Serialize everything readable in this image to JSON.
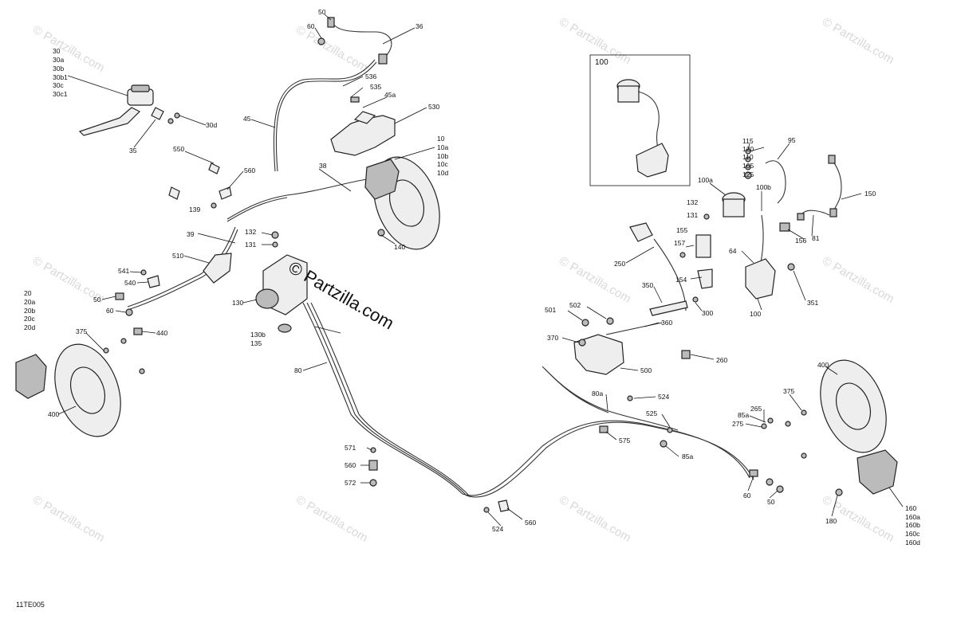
{
  "diagram_code": "11TE005",
  "watermark": "© Partzilla.com",
  "watermark_main": "© Partzilla.com",
  "labels": {
    "l30": "30",
    "l30a": "30a",
    "l30b": "30b",
    "l30b1": "30b1",
    "l30c": "30c",
    "l30c1": "30c1",
    "l30d": "30d",
    "l35": "35",
    "l50a": "50",
    "l60a": "60",
    "l36": "36",
    "l536": "536",
    "l535": "535",
    "l45a": "45a",
    "l45": "45",
    "l530": "530",
    "l10": "10",
    "l10a": "10a",
    "l10b": "10b",
    "l10c": "10c",
    "l10d": "10d",
    "l550": "550",
    "l560a": "560",
    "l38": "38",
    "l139": "139",
    "l39": "39",
    "l132a": "132",
    "l131a": "131",
    "l140": "140",
    "l510": "510",
    "l541": "541",
    "l540": "540",
    "l50b": "50",
    "l60b": "60",
    "l130": "130",
    "l20": "20",
    "l20a": "20a",
    "l20b": "20b",
    "l20c": "20c",
    "l20d": "20d",
    "l375a": "375",
    "l440": "440",
    "l130b": "130b",
    "l135": "135",
    "l80": "80",
    "l400a": "400",
    "l100box": "100",
    "l115": "115",
    "l120": "120",
    "l110": "110",
    "l105": "105",
    "l125": "125",
    "l95": "95",
    "l100a": "100a",
    "l100b": "100b",
    "l150": "150",
    "l132b": "132",
    "l131b": "131",
    "l155": "155",
    "l157": "157",
    "l64": "64",
    "l156": "156",
    "l81": "81",
    "l250": "250",
    "l154": "154",
    "l350": "350",
    "l300": "300",
    "l100": "100",
    "l351": "351",
    "l501": "501",
    "l502": "502",
    "l360": "360",
    "l370": "370",
    "l260": "260",
    "l500": "500",
    "l80a": "80a",
    "l524a": "524",
    "l525": "525",
    "l575": "575",
    "l85a_a": "85a",
    "l265": "265",
    "l85a_b": "85a",
    "l275": "275",
    "l375b": "375",
    "l400b": "400",
    "l571": "571",
    "l560b": "560",
    "l572": "572",
    "l524b": "524",
    "l560c": "560",
    "l60c": "60",
    "l50c": "50",
    "l180": "180",
    "l160": "160",
    "l160a": "160a",
    "l160b": "160b",
    "l160c": "160c",
    "l160d": "160d"
  }
}
